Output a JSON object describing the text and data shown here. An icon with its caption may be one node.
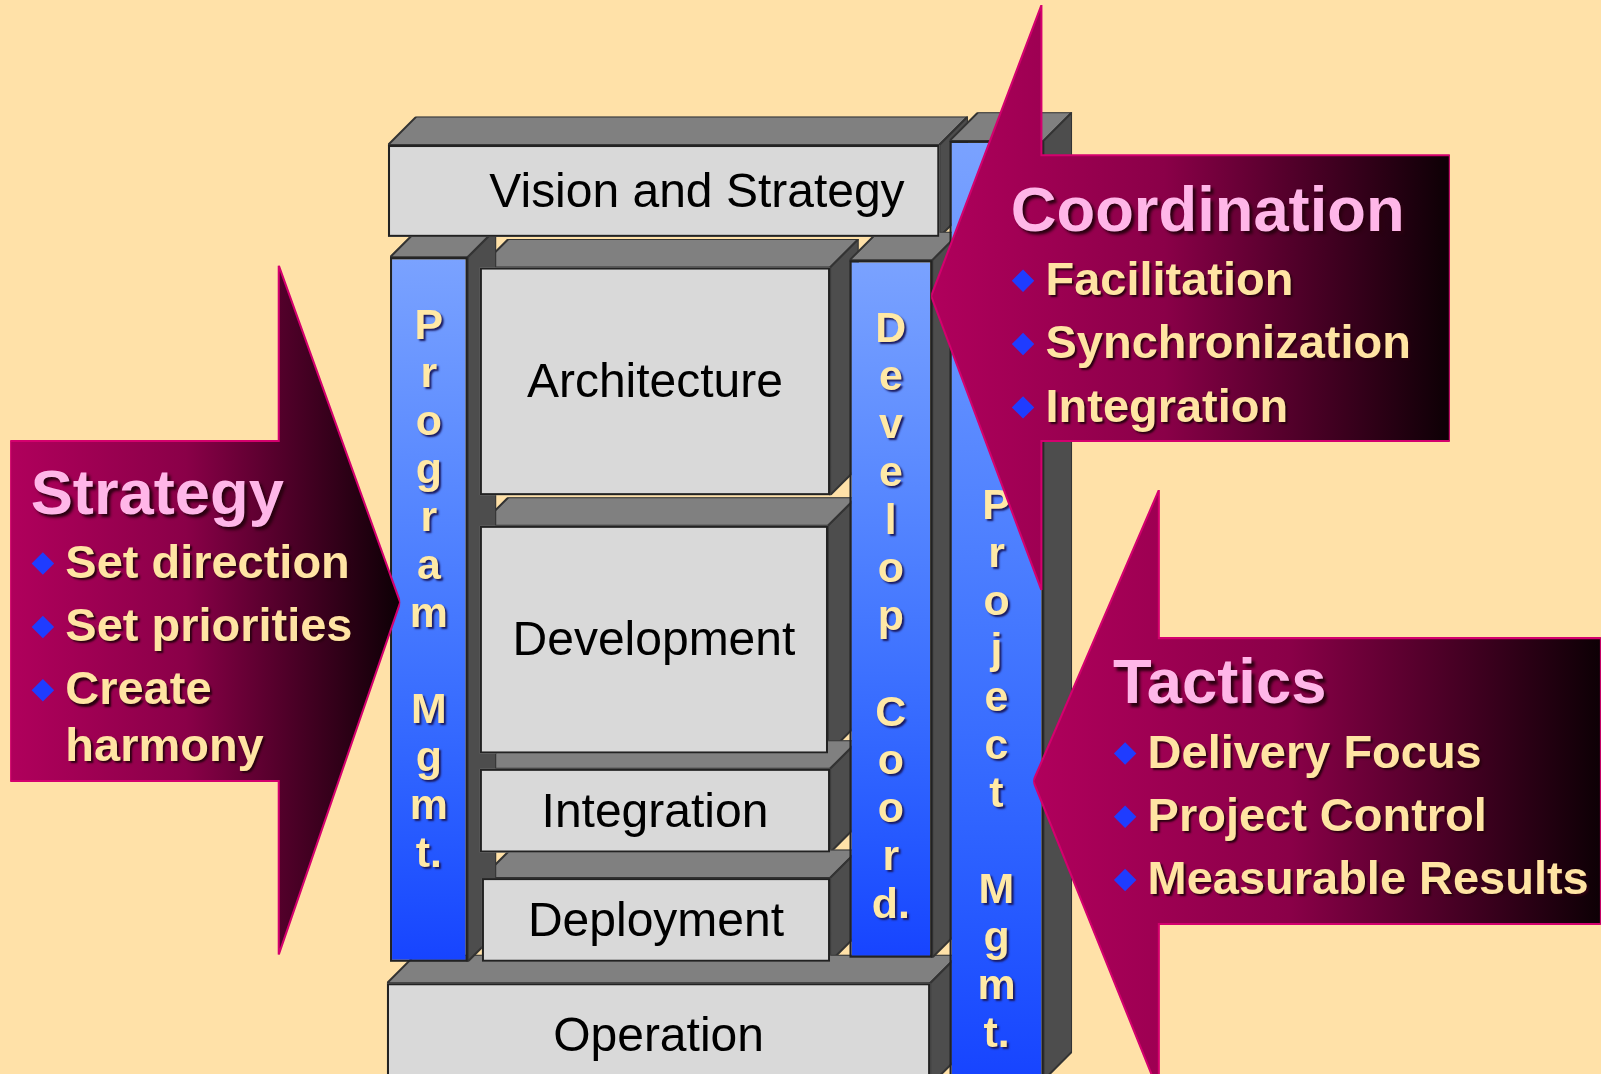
{
  "diagram": {
    "nodes": [
      {
        "text": [
          "Vision and Strategy"
        ]
      },
      {
        "text": [
          "Program Mgmt."
        ]
      },
      {
        "text": [
          "Architecture"
        ]
      },
      {
        "text": [
          "Development"
        ]
      },
      {
        "text": [
          "Integration"
        ]
      },
      {
        "text": [
          "Deployment"
        ]
      },
      {
        "text": [
          "Develop Coord."
        ]
      },
      {
        "text": [
          "Project Mgmt."
        ]
      },
      {
        "text": [
          "Operation"
        ]
      },
      {
        "text": [
          "Strategy",
          "Set direction",
          "Set priorities",
          "Create harmony"
        ]
      },
      {
        "text": [
          "Coordination",
          "Facilitation",
          "Synchronization",
          "Integration"
        ]
      },
      {
        "text": [
          "Tactics",
          "Delivery Focus",
          "Project Control",
          "Measurable Results"
        ]
      }
    ]
  }
}
